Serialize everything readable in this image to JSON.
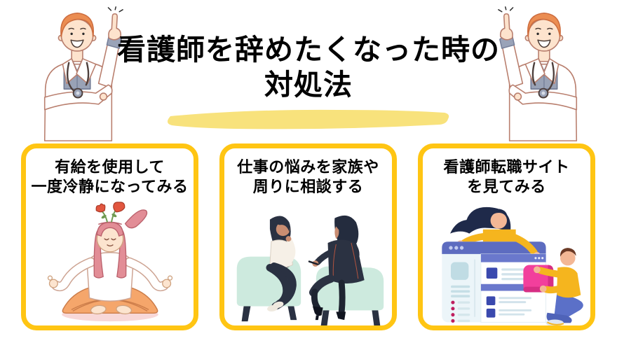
{
  "header": {
    "title_line1": "看護師を辞めたくなった時の",
    "title_line2": "対処法"
  },
  "cards": [
    {
      "title_line1": "有給を使用して",
      "title_line2": "一度冷静になってみる",
      "illustration": "meditating-woman-with-flowers"
    },
    {
      "title_line1": "仕事の悩みを家族や",
      "title_line2": "周りに相談する",
      "illustration": "two-women-counseling"
    },
    {
      "title_line1": "看護師転職サイト",
      "title_line2": "を見てみる",
      "illustration": "job-search-website"
    }
  ],
  "decorations": {
    "left_illustration": "doctor-pointing-up",
    "right_illustration": "doctor-pointing-up-mirrored",
    "title_underline": "yellow-brush-stroke"
  },
  "colors": {
    "card_border": "#FFC513",
    "title_highlight": "#F8E27C",
    "background": "#FFFFFF",
    "text": "#000000"
  }
}
